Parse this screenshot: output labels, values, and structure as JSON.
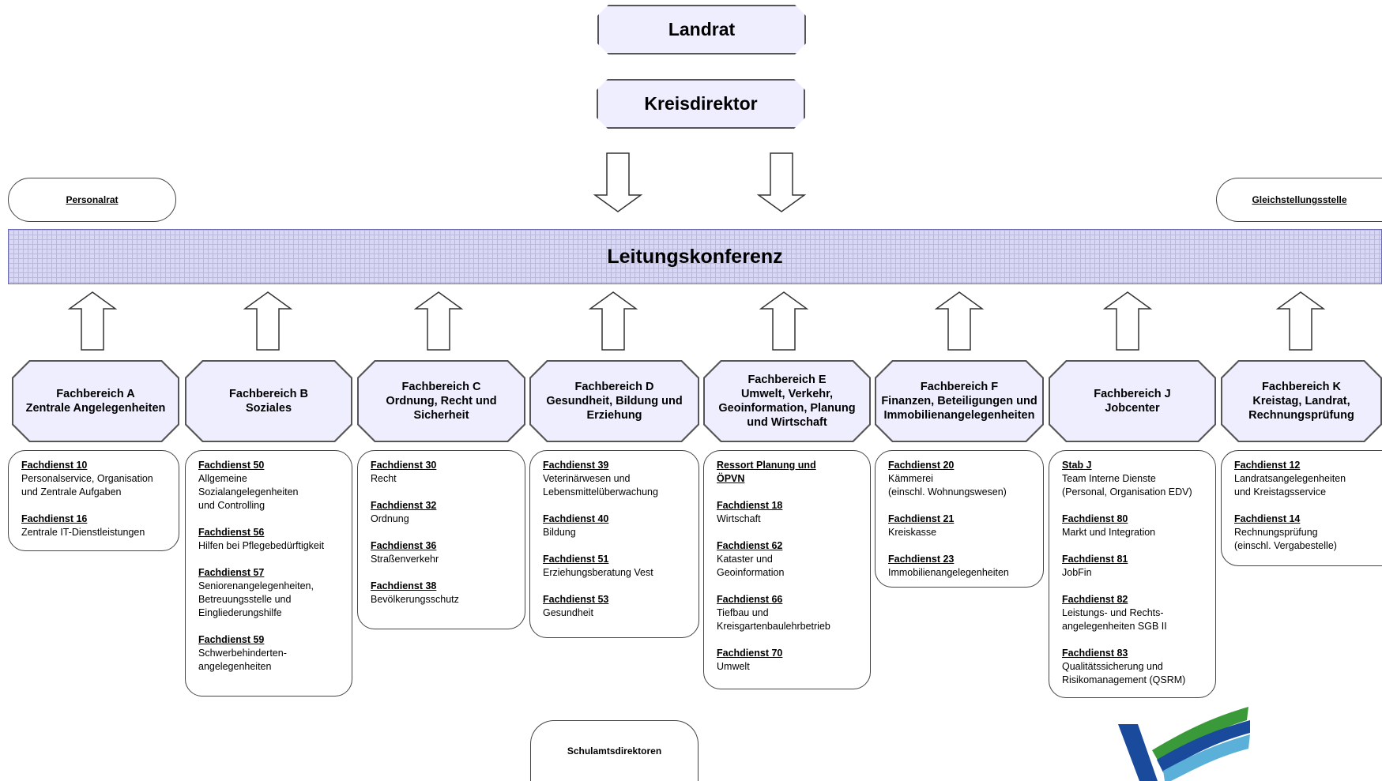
{
  "top": {
    "landrat": "Landrat",
    "kreisdirektor": "Kreisdirektor",
    "leitungskonferenz": "Leitungskonferenz",
    "personalrat": "Personalrat",
    "gleichstellungsstelle": "Gleichstellungsstelle",
    "schulamtsdirektoren": "Schulamtsdirektoren"
  },
  "areas": [
    {
      "title": "Fachbereich A",
      "subtitle": "Zentrale Angelegenheiten",
      "units": [
        {
          "name": "Fachdienst 10",
          "desc": "Personalservice, Organisation\nund Zentrale Aufgaben"
        },
        {
          "name": "Fachdienst 16",
          "desc": "Zentrale IT-Dienstleistungen"
        }
      ]
    },
    {
      "title": "Fachbereich B",
      "subtitle": "Soziales",
      "units": [
        {
          "name": "Fachdienst 50",
          "desc": "Allgemeine\nSozialangelegenheiten\nund Controlling"
        },
        {
          "name": "Fachdienst 56",
          "desc": "Hilfen bei Pflegebedürftigkeit"
        },
        {
          "name": "Fachdienst 57",
          "desc": "Seniorenangelegenheiten,\nBetreuungsstelle und\nEingliederungshilfe"
        },
        {
          "name": "Fachdienst 59",
          "desc": "Schwerbehinderten-\nangelegenheiten"
        }
      ]
    },
    {
      "title": "Fachbereich C",
      "subtitle": "Ordnung, Recht und\nSicherheit",
      "units": [
        {
          "name": "Fachdienst 30",
          "desc": "Recht"
        },
        {
          "name": "Fachdienst 32",
          "desc": "Ordnung"
        },
        {
          "name": "Fachdienst 36",
          "desc": "Straßenverkehr"
        },
        {
          "name": "Fachdienst 38",
          "desc": "Bevölkerungsschutz"
        }
      ]
    },
    {
      "title": "Fachbereich D",
      "subtitle": "Gesundheit, Bildung und\nErziehung",
      "units": [
        {
          "name": "Fachdienst 39",
          "desc": "Veterinärwesen und\nLebensmittelüberwachung"
        },
        {
          "name": "Fachdienst 40",
          "desc": "Bildung"
        },
        {
          "name": "Fachdienst 51",
          "desc": "Erziehungsberatung Vest"
        },
        {
          "name": "Fachdienst 53",
          "desc": "Gesundheit"
        }
      ]
    },
    {
      "title": "Fachbereich E",
      "subtitle": "Umwelt, Verkehr,\nGeoinformation, Planung\nund Wirtschaft",
      "units": [
        {
          "name": "Ressort Planung und\nÖPVN",
          "desc": ""
        },
        {
          "name": "Fachdienst 18",
          "desc": "Wirtschaft"
        },
        {
          "name": "Fachdienst 62",
          "desc": "Kataster und\nGeoinformation"
        },
        {
          "name": "Fachdienst 66",
          "desc": "Tiefbau und\nKreisgartenbaulehrbetrieb"
        },
        {
          "name": "Fachdienst 70",
          "desc": "Umwelt"
        }
      ]
    },
    {
      "title": "Fachbereich F",
      "subtitle": "Finanzen, Beteiligungen und\nImmobilienangelegenheiten",
      "units": [
        {
          "name": "Fachdienst 20",
          "desc": "Kämmerei\n(einschl. Wohnungswesen)"
        },
        {
          "name": "Fachdienst 21",
          "desc": "Kreiskasse"
        },
        {
          "name": "Fachdienst 23",
          "desc": "Immobilienangelegenheiten"
        }
      ]
    },
    {
      "title": "Fachbereich J",
      "subtitle": "Jobcenter",
      "units": [
        {
          "name": "Stab J",
          "desc": "Team Interne Dienste\n(Personal, Organisation EDV)"
        },
        {
          "name": "Fachdienst 80",
          "desc": "Markt und Integration"
        },
        {
          "name": "Fachdienst 81",
          "desc": "JobFin"
        },
        {
          "name": "Fachdienst 82",
          "desc": "Leistungs- und Rechts-\nangelegenheiten SGB II"
        },
        {
          "name": "Fachdienst 83",
          "desc": "Qualitätssicherung und\nRisikomanagement (QSRM)"
        }
      ]
    },
    {
      "title": "Fachbereich K",
      "subtitle": "Kreistag, Landrat,\nRechnungsprüfung",
      "units": [
        {
          "name": "Fachdienst 12",
          "desc": "Landratsangelegenheiten\nund Kreistagsservice"
        },
        {
          "name": "Fachdienst 14",
          "desc": "Rechnungsprüfung\n(einschl. Vergabestelle)"
        }
      ]
    }
  ],
  "colors": {
    "header_fill": "#eeeeff",
    "leitungskonferenz_fill": "#d8d8f6",
    "logo_blue": "#1a4a9c",
    "logo_green": "#3a9a3a"
  }
}
